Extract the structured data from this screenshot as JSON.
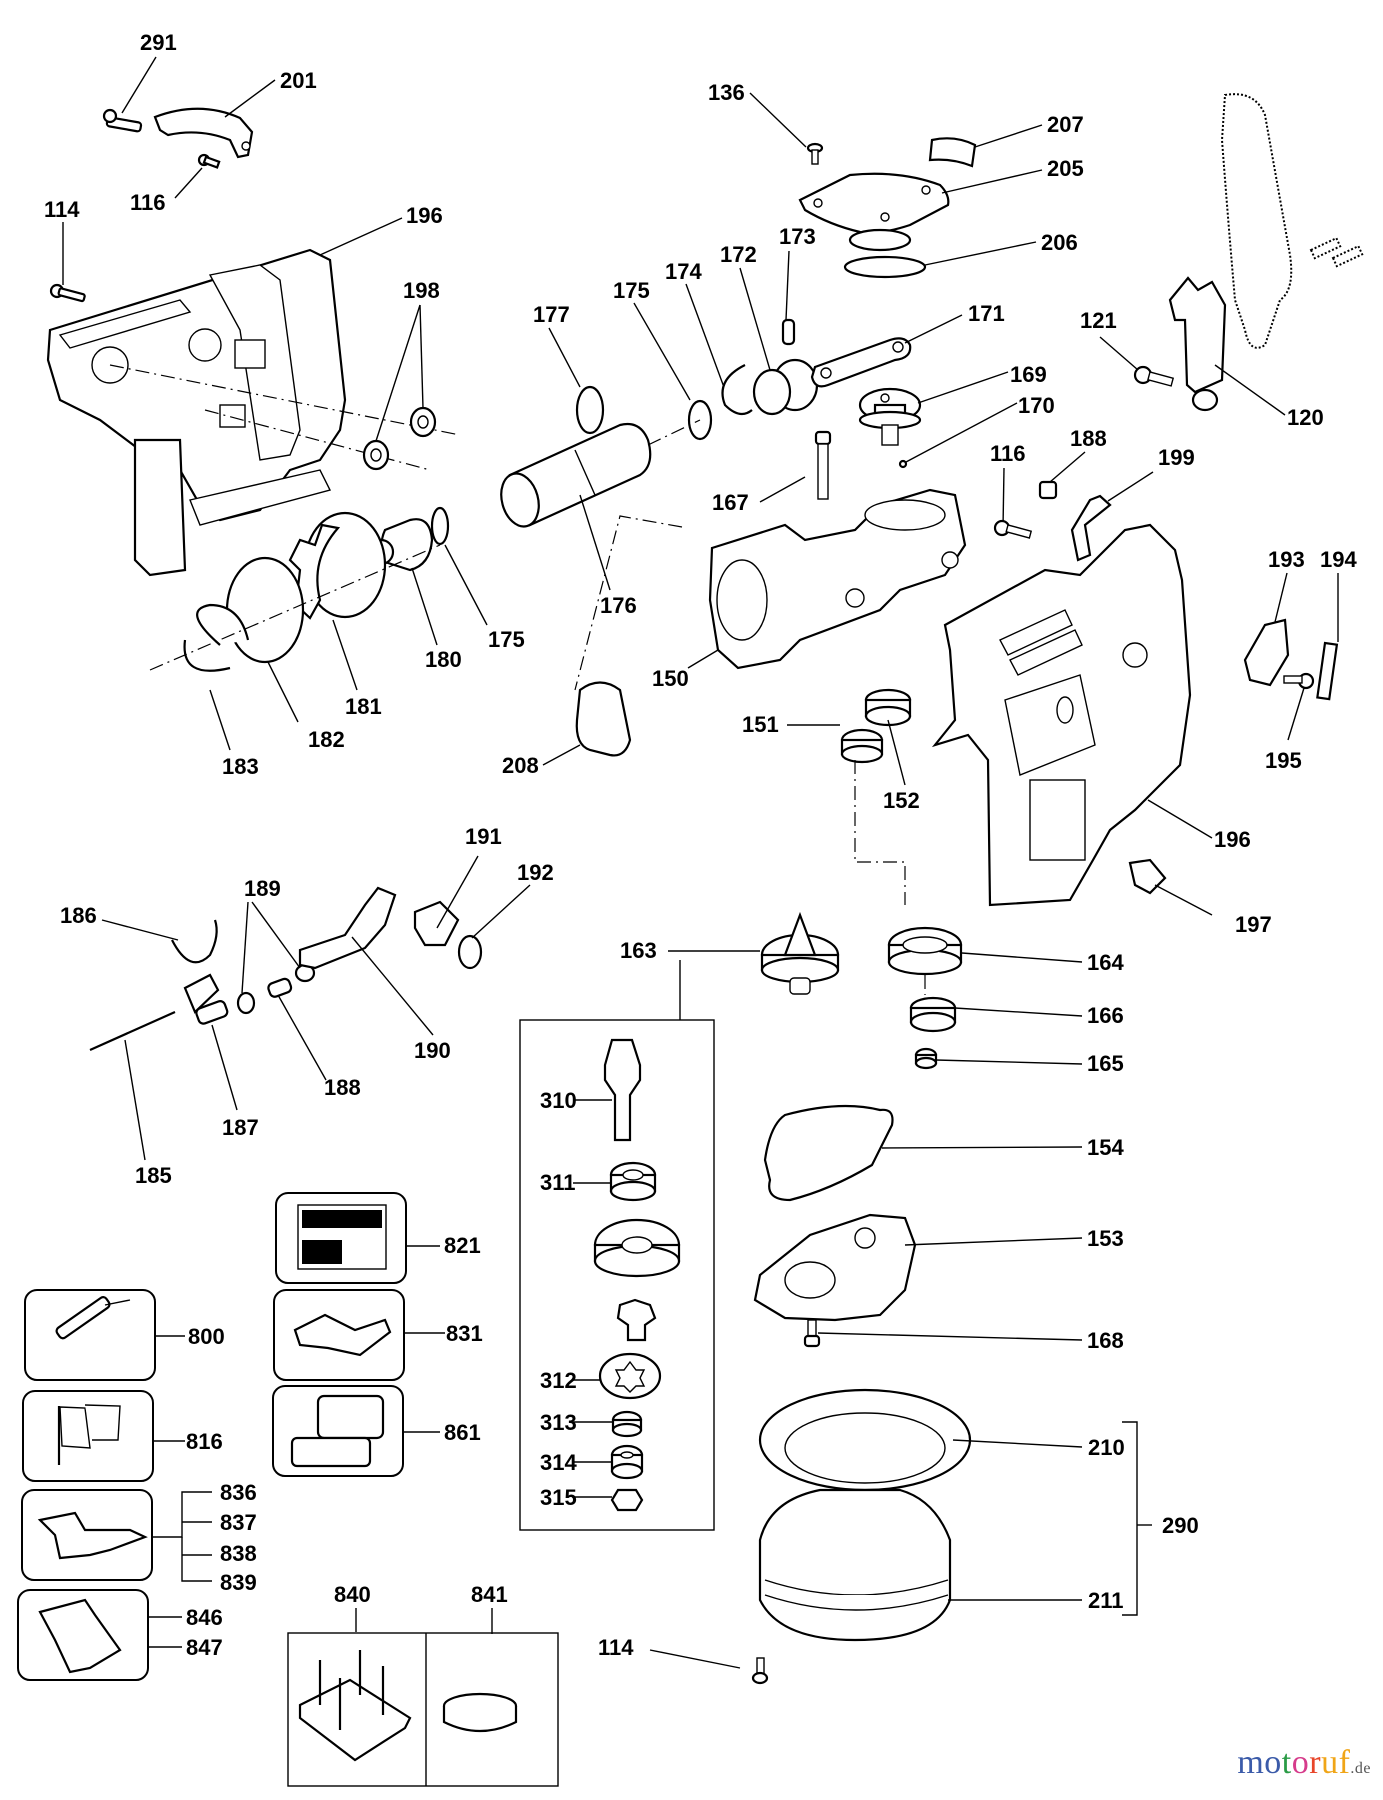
{
  "diagram": {
    "title": "Exploded parts diagram – rotary hammer drill",
    "labels": {
      "p291": "291",
      "p201": "201",
      "p116a": "116",
      "p114a": "114",
      "p196a": "196",
      "p198": "198",
      "p136": "136",
      "p207": "207",
      "p205": "205",
      "p206": "206",
      "p173": "173",
      "p172": "172",
      "p174": "174",
      "p175a": "175",
      "p177": "177",
      "p171": "171",
      "p169": "169",
      "p170": "170",
      "p121": "121",
      "p120": "120",
      "p116b": "116",
      "p188a": "188",
      "p199": "199",
      "p167": "167",
      "p176": "176",
      "p175b": "175",
      "p180": "180",
      "p181": "181",
      "p182": "182",
      "p183": "183",
      "p150": "150",
      "p208": "208",
      "p151": "151",
      "p152": "152",
      "p193": "193",
      "p194": "194",
      "p195": "195",
      "p196b": "196",
      "p197": "197",
      "p186": "186",
      "p189": "189",
      "p191": "191",
      "p192": "192",
      "p190": "190",
      "p188b": "188",
      "p187": "187",
      "p185": "185",
      "p163": "163",
      "p164": "164",
      "p166": "166",
      "p165": "165",
      "p310": "310",
      "p154": "154",
      "p311": "311",
      "p153": "153",
      "p821": "821",
      "p800": "800",
      "p831": "831",
      "p168": "168",
      "p312": "312",
      "p313": "313",
      "p314": "314",
      "p315": "315",
      "p816": "816",
      "p861": "861",
      "p210": "210",
      "p290": "290",
      "p211": "211",
      "p836": "836",
      "p837": "837",
      "p838": "838",
      "p839": "839",
      "p840": "840",
      "p841": "841",
      "p114b": "114",
      "p846": "846",
      "p847": "847"
    },
    "kit_items": [
      {
        "number": "800",
        "icon": "grease-gun-icon"
      },
      {
        "number": "816",
        "icon": "flag-icon"
      },
      {
        "number": "836-839",
        "icon": "tool-case-icon"
      },
      {
        "number": "846-847",
        "icon": "bag-icon"
      },
      {
        "number": "821",
        "icon": "label-plate-icon"
      },
      {
        "number": "831",
        "icon": "manual-book-icon"
      },
      {
        "number": "861",
        "icon": "carry-case-icon"
      },
      {
        "number": "840",
        "icon": "stand-icon"
      },
      {
        "number": "841",
        "icon": "disc-icon"
      }
    ]
  },
  "watermark": {
    "brand_letters": [
      "m",
      "o",
      "t",
      "o",
      "r",
      "u",
      "f"
    ],
    "brand_colors": [
      "#3b5ba9",
      "#3b5ba9",
      "#2a9b46",
      "#d63b8b",
      "#e8462a",
      "#f0a517",
      "#f0a517"
    ],
    "suffix": ".de"
  }
}
